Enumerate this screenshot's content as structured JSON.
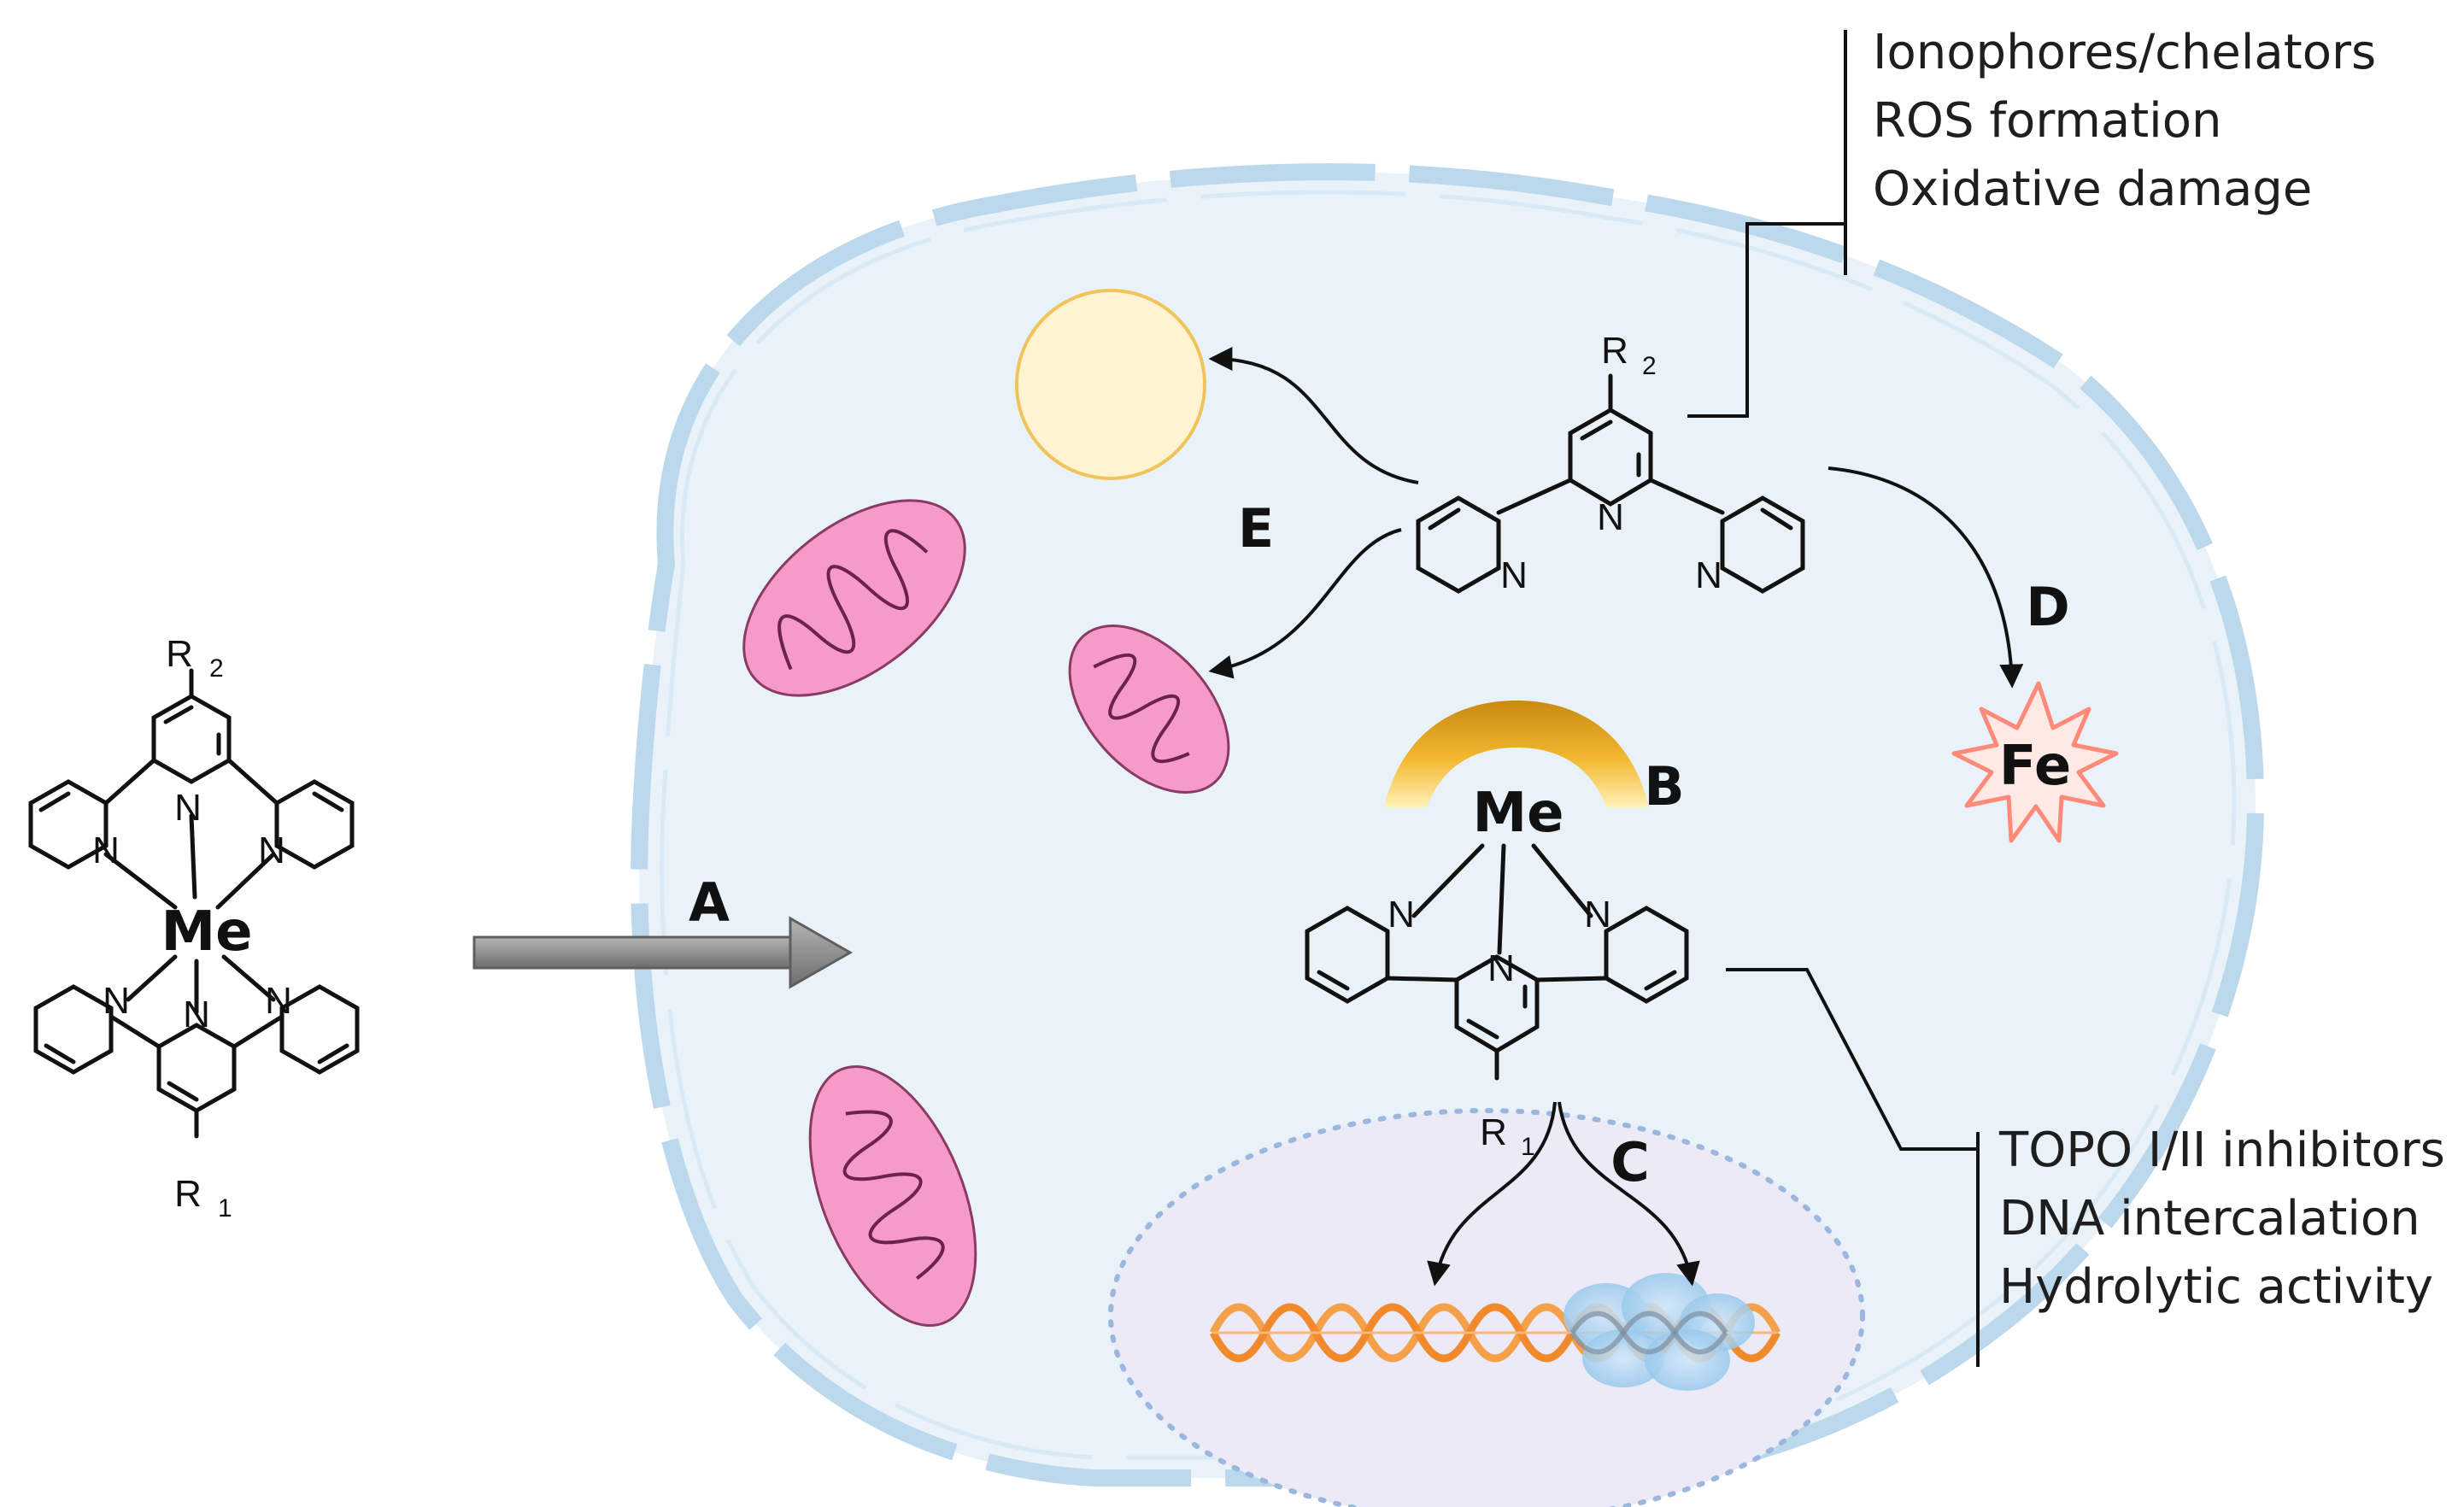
{
  "labels": {
    "step_a": "A",
    "step_b": "B",
    "step_c": "C",
    "step_d": "D",
    "step_e": "E"
  },
  "atoms": {
    "metal": "Me",
    "iron": "Fe",
    "nitrogen": "N",
    "r1": "R",
    "r1_sub": "1",
    "r2": "R",
    "r2_sub": "2"
  },
  "mechanism_lists": {
    "top_right": [
      "Ionophores/chelators",
      "ROS formation",
      "Oxidative damage"
    ],
    "bottom_right": [
      "TOPO I/II inhibitors",
      "DNA intercalation",
      "Hydrolytic activity"
    ]
  },
  "colors": {
    "cell_fill": "#eaf2f9",
    "membrane": "#bcd8ec",
    "mitochondria": "#f59ac9",
    "vesicle": "#fff3d2",
    "nucleus": "#eceaf7",
    "dna": "#f5a14a",
    "metal_arc": "#e8a317",
    "fe_burst": "#ff8a7a",
    "entry_arrow": "#8c8c8c"
  }
}
